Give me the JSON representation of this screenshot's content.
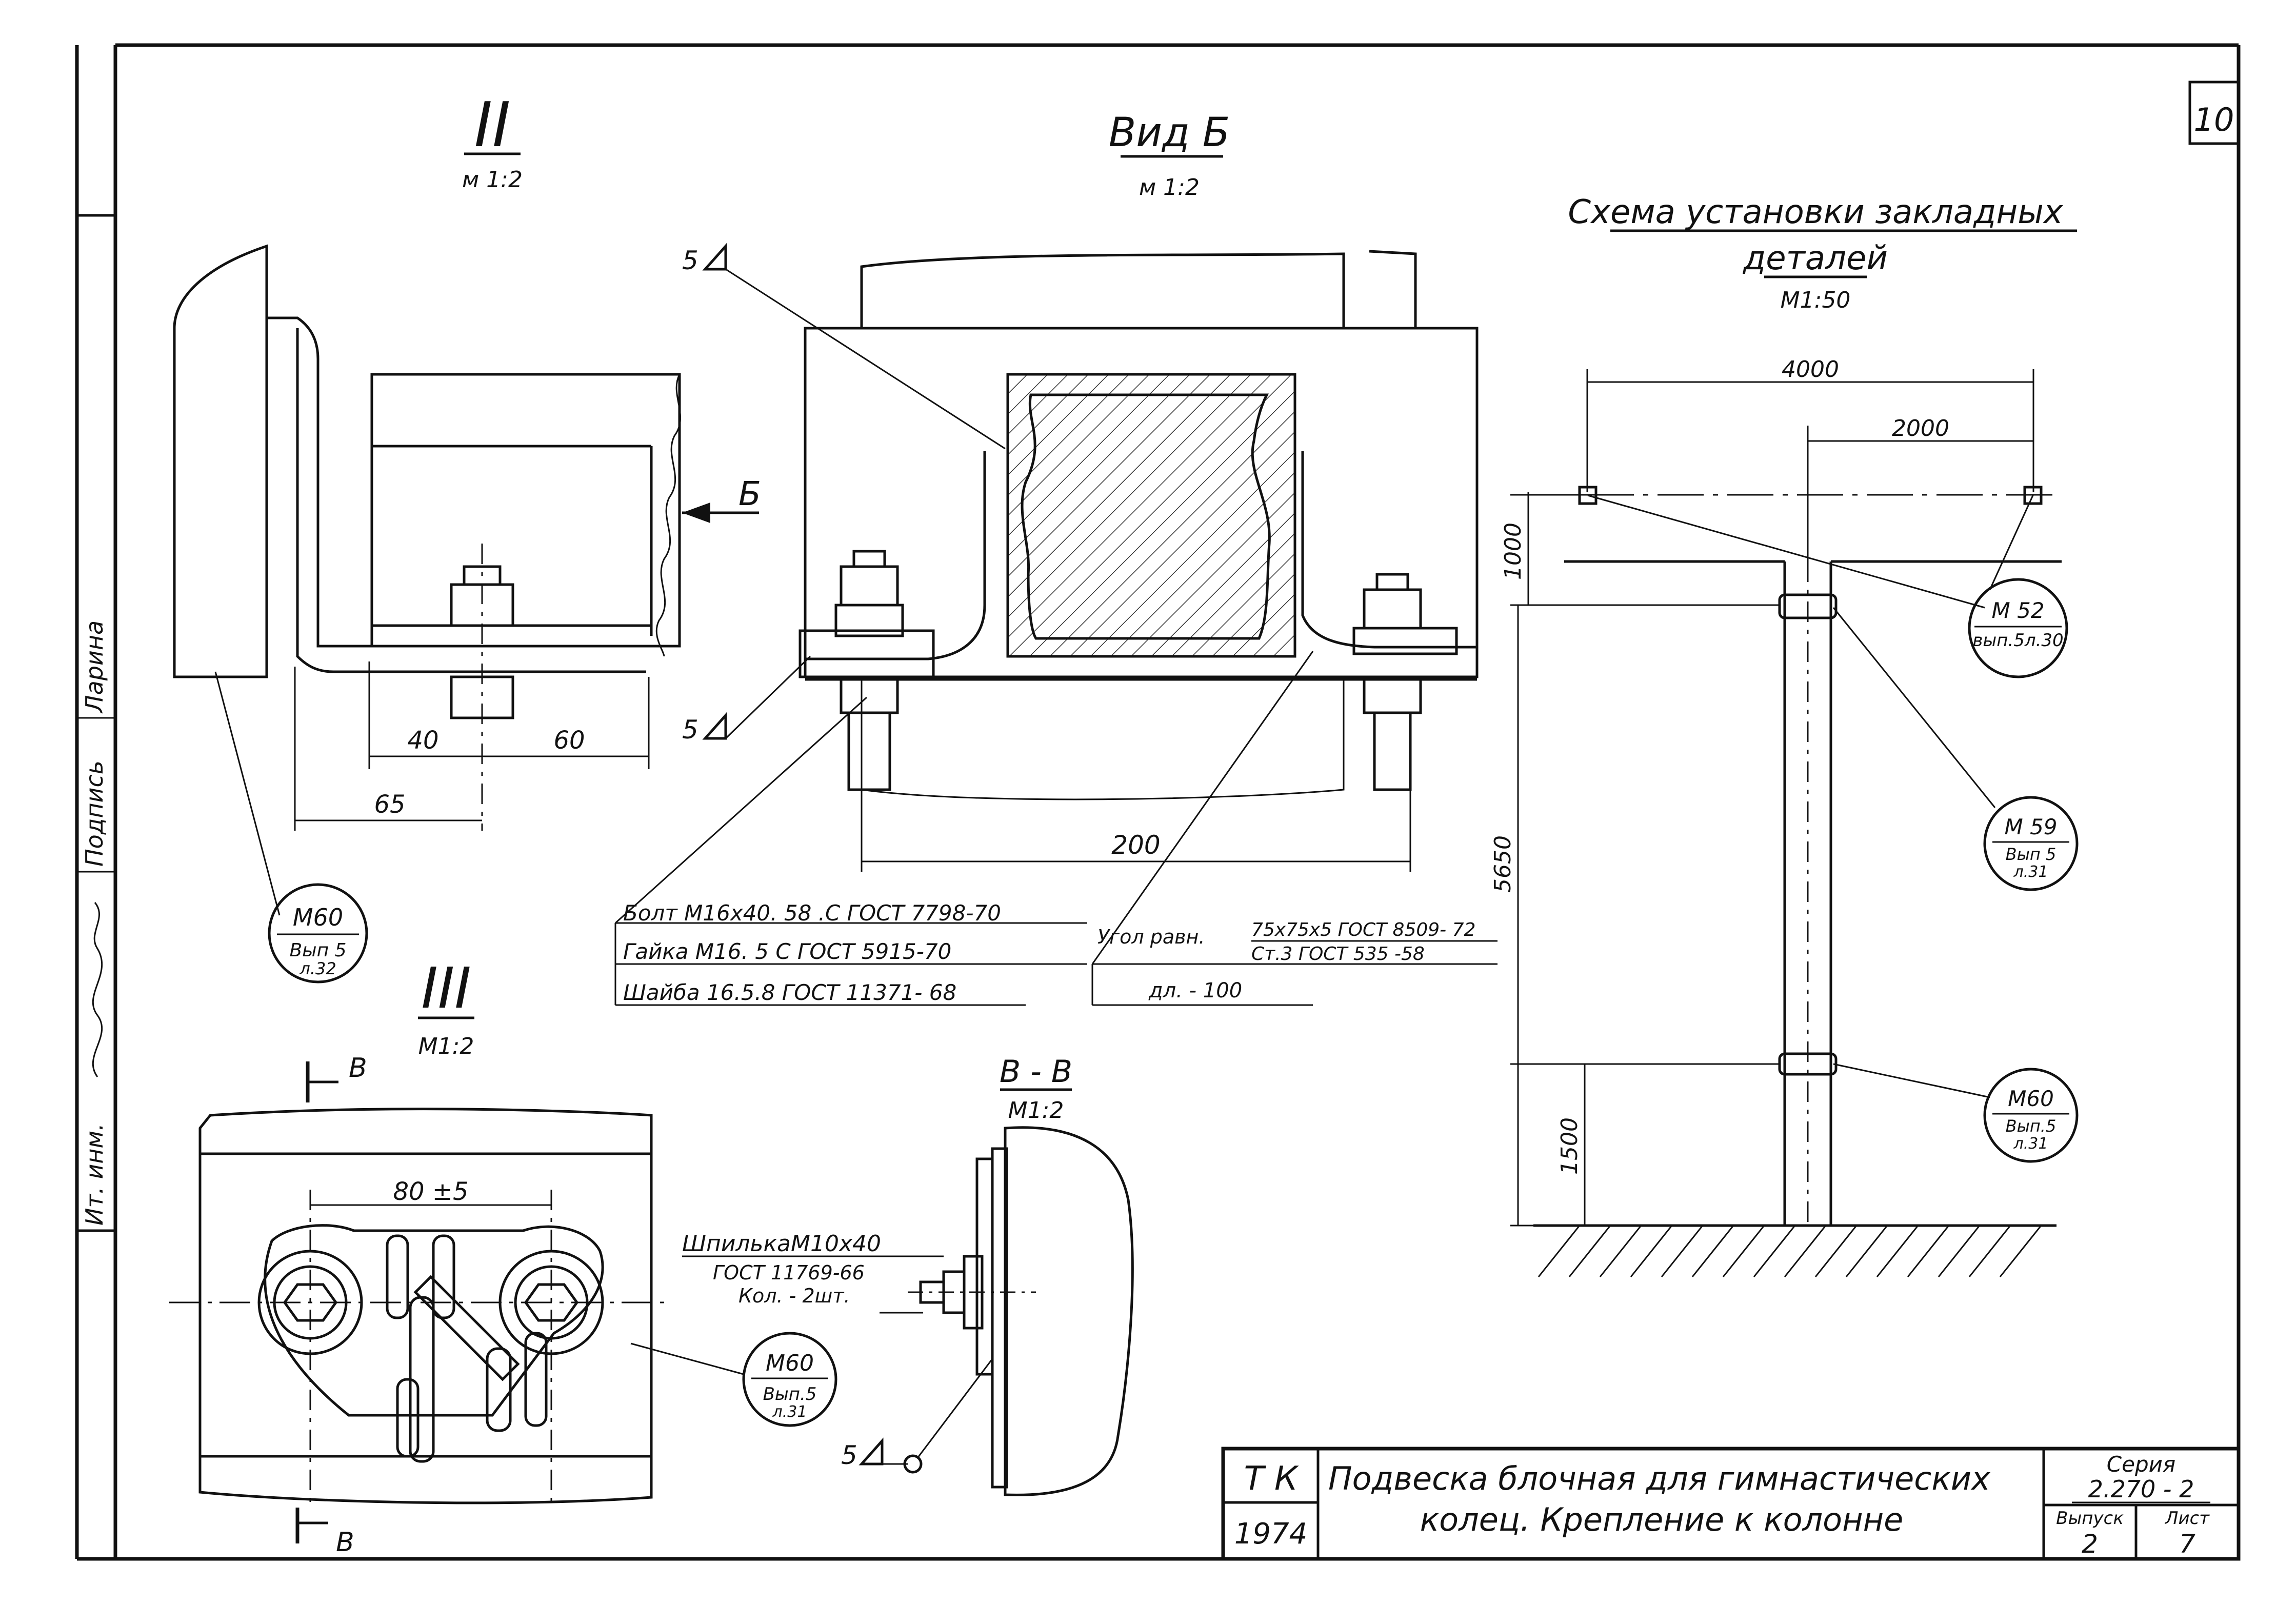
{
  "sheet_number": "10",
  "section_2": {
    "title": "II",
    "scale": "м 1:2",
    "dims": [
      "40",
      "60",
      "65"
    ],
    "arrow_label": "Б"
  },
  "view_b": {
    "title": "Вид Б",
    "scale": "м 1:2",
    "weld_top": "5",
    "weld_bottom": "5",
    "dim_200": "200",
    "specs_left": [
      "Болт М16х40. 58 .С   ГОСТ 7798-70",
      "Гайка М16. 5  С     ГОСТ 5915-70",
      "Шайба 16.5.8 ГОСТ 11371- 68"
    ],
    "specs_right_a": "Угол равн.",
    "specs_right_b": "75х75х5 ГОСТ 8509- 72",
    "specs_right_c": "Ст.3 ГОСТ 535 -58",
    "specs_right_d": "дл. - 100"
  },
  "section_3": {
    "title": "III",
    "scale": "М1:2",
    "dim_80": "80 ±5",
    "cut_label": "В"
  },
  "section_bb": {
    "title": "В - В",
    "scale": "М1:2",
    "stud_line1": "ШпилькаМ10х40",
    "stud_line2": "ГОСТ 11769-66",
    "stud_line3": "Кол. - 2шт.",
    "weld": "5"
  },
  "scheme": {
    "title_line1": "Схема  установки закладных",
    "title_line2": "деталей",
    "scale": "М1:50",
    "dims": {
      "d4000": "4000",
      "d2000": "2000",
      "d1000": "1000",
      "d5650": "5650",
      "d1500": "1500"
    }
  },
  "callouts": {
    "m60_a": {
      "mark": "М60",
      "line2": "Вып 5",
      "line3": "л.32"
    },
    "m60_b": {
      "mark": "М60",
      "line2": "Вып.5",
      "line3": "л.31"
    },
    "m60_c": {
      "mark": "М60",
      "line2": "Вып.5",
      "line3": "л.31"
    },
    "m52": {
      "mark": "М 52",
      "line2": "вып.5л.30"
    },
    "m59": {
      "mark": "М 59",
      "line2": "Вып 5",
      "line3": "л.31"
    }
  },
  "title_block": {
    "org": "Т К",
    "year": "1974",
    "title_line1": "Подвеска блочная для гимнастических",
    "title_line2": "колец.  Крепление к колонне",
    "series_label": "Серия",
    "series_value": "2.270 - 2",
    "issue_label": "Выпуск",
    "issue_value": "2",
    "sheet_label": "Лист",
    "sheet_value": "7"
  },
  "margin_stamp": {
    "label_inv": "Ит. инм.",
    "label_sig": "Подпись",
    "name": "Ларина"
  }
}
